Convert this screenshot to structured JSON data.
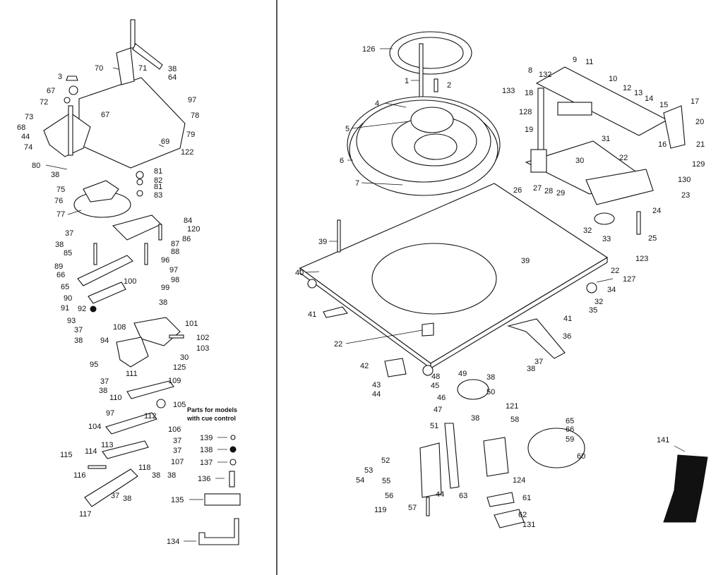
{
  "legend": {
    "title_line1": "Parts for models",
    "title_line2": "with cue control"
  },
  "callouts": {
    "n1": "1",
    "n2": "2",
    "n3": "3",
    "n4": "4",
    "n5": "5",
    "n6": "6",
    "n7": "7",
    "n8": "8",
    "n9": "9",
    "n10": "10",
    "n11": "11",
    "n12": "12",
    "n13": "13",
    "n14": "14",
    "n15": "15",
    "n16": "16",
    "n17": "17",
    "n18": "18",
    "n19": "19",
    "n20": "20",
    "n21": "21",
    "n22": "22",
    "n23": "23",
    "n24": "24",
    "n25": "25",
    "n26": "26",
    "n27": "27",
    "n28": "28",
    "n29": "29",
    "n30": "30",
    "n31": "31",
    "n32": "32",
    "n33": "33",
    "n34": "34",
    "n35": "35",
    "n36": "36",
    "n37": "37",
    "n38": "38",
    "n39": "39",
    "n40": "40",
    "n41": "41",
    "n42": "42",
    "n43": "43",
    "n44": "44",
    "n45": "45",
    "n46": "46",
    "n47": "47",
    "n48": "48",
    "n49": "49",
    "n50": "50",
    "n51": "51",
    "n52": "52",
    "n53": "53",
    "n54": "54",
    "n55": "55",
    "n56": "56",
    "n57": "57",
    "n58": "58",
    "n59": "59",
    "n60": "60",
    "n61": "61",
    "n62": "62",
    "n63": "63",
    "n64": "64",
    "n65": "65",
    "n66": "66",
    "n67": "67",
    "n68": "68",
    "n69": "69",
    "n70": "70",
    "n71": "71",
    "n72": "72",
    "n73": "73",
    "n74": "74",
    "n75": "75",
    "n76": "76",
    "n77": "77",
    "n78": "78",
    "n79": "79",
    "n80": "80",
    "n81": "81",
    "n82": "82",
    "n83": "83",
    "n84": "84",
    "n85": "85",
    "n86": "86",
    "n87": "87",
    "n88": "88",
    "n89": "89",
    "n90": "90",
    "n91": "91",
    "n92": "92",
    "n93": "93",
    "n94": "94",
    "n95": "95",
    "n96": "96",
    "n97": "97",
    "n98": "98",
    "n99": "99",
    "n100": "100",
    "n101": "101",
    "n102": "102",
    "n103": "103",
    "n104": "104",
    "n105": "105",
    "n106": "106",
    "n107": "107",
    "n108": "108",
    "n109": "109",
    "n110": "110",
    "n111": "111",
    "n112": "112",
    "n113": "113",
    "n114": "114",
    "n115": "115",
    "n116": "116",
    "n117": "117",
    "n118": "118",
    "n119": "119",
    "n120": "120",
    "n121": "121",
    "n122": "122",
    "n123": "123",
    "n124": "124",
    "n125": "125",
    "n126": "126",
    "n127": "127",
    "n128": "128",
    "n129": "129",
    "n130": "130",
    "n131": "131",
    "n132": "132",
    "n133": "133",
    "n134": "134",
    "n135": "135",
    "n136": "136",
    "n137": "137",
    "n138": "138",
    "n139": "139",
    "n141": "141"
  }
}
